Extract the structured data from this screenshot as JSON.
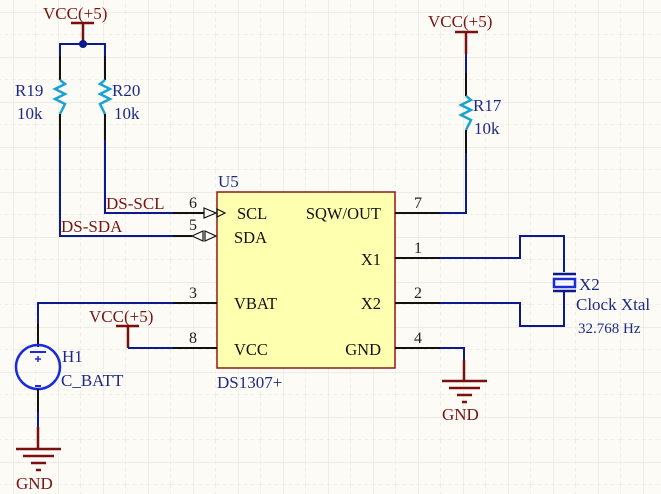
{
  "schematic": {
    "ic": {
      "designator": "U5",
      "part": "DS1307+",
      "pins": [
        {
          "number": "6",
          "name": "SCL",
          "side": "left"
        },
        {
          "number": "5",
          "name": "SDA",
          "side": "left"
        },
        {
          "number": "3",
          "name": "VBAT",
          "side": "left"
        },
        {
          "number": "8",
          "name": "VCC",
          "side": "left"
        },
        {
          "number": "7",
          "name": "SQW/OUT",
          "side": "right"
        },
        {
          "number": "1",
          "name": "X1",
          "side": "right"
        },
        {
          "number": "2",
          "name": "X2",
          "side": "right"
        },
        {
          "number": "4",
          "name": "GND",
          "side": "right"
        }
      ]
    },
    "resistors": [
      {
        "designator": "R19",
        "value": "10k"
      },
      {
        "designator": "R20",
        "value": "10k"
      },
      {
        "designator": "R17",
        "value": "10k"
      }
    ],
    "crystal": {
      "designator": "X2",
      "comment": "Clock Xtal",
      "value": "32.768 Hz"
    },
    "battery": {
      "designator": "H1",
      "value": "C_BATT"
    },
    "net_labels": {
      "scl": "DS-SCL",
      "sda": "DS-SDA"
    },
    "power_ports": {
      "vcc_top_left": "VCC(+5)",
      "vcc_top_right": "VCC(+5)",
      "vcc_mid": "VCC(+5)",
      "gnd_left": "GND",
      "gnd_right": "GND"
    },
    "colors": {
      "background": "#fdfbf6",
      "wire": "#0c1a8c",
      "power": "#7a0f0f",
      "component_body": "#ffffb0",
      "component_border": "#8b1a1a",
      "resistor": "#1aa3d0",
      "label_blue": "#1c2a85",
      "label_red": "#7a1212"
    }
  }
}
